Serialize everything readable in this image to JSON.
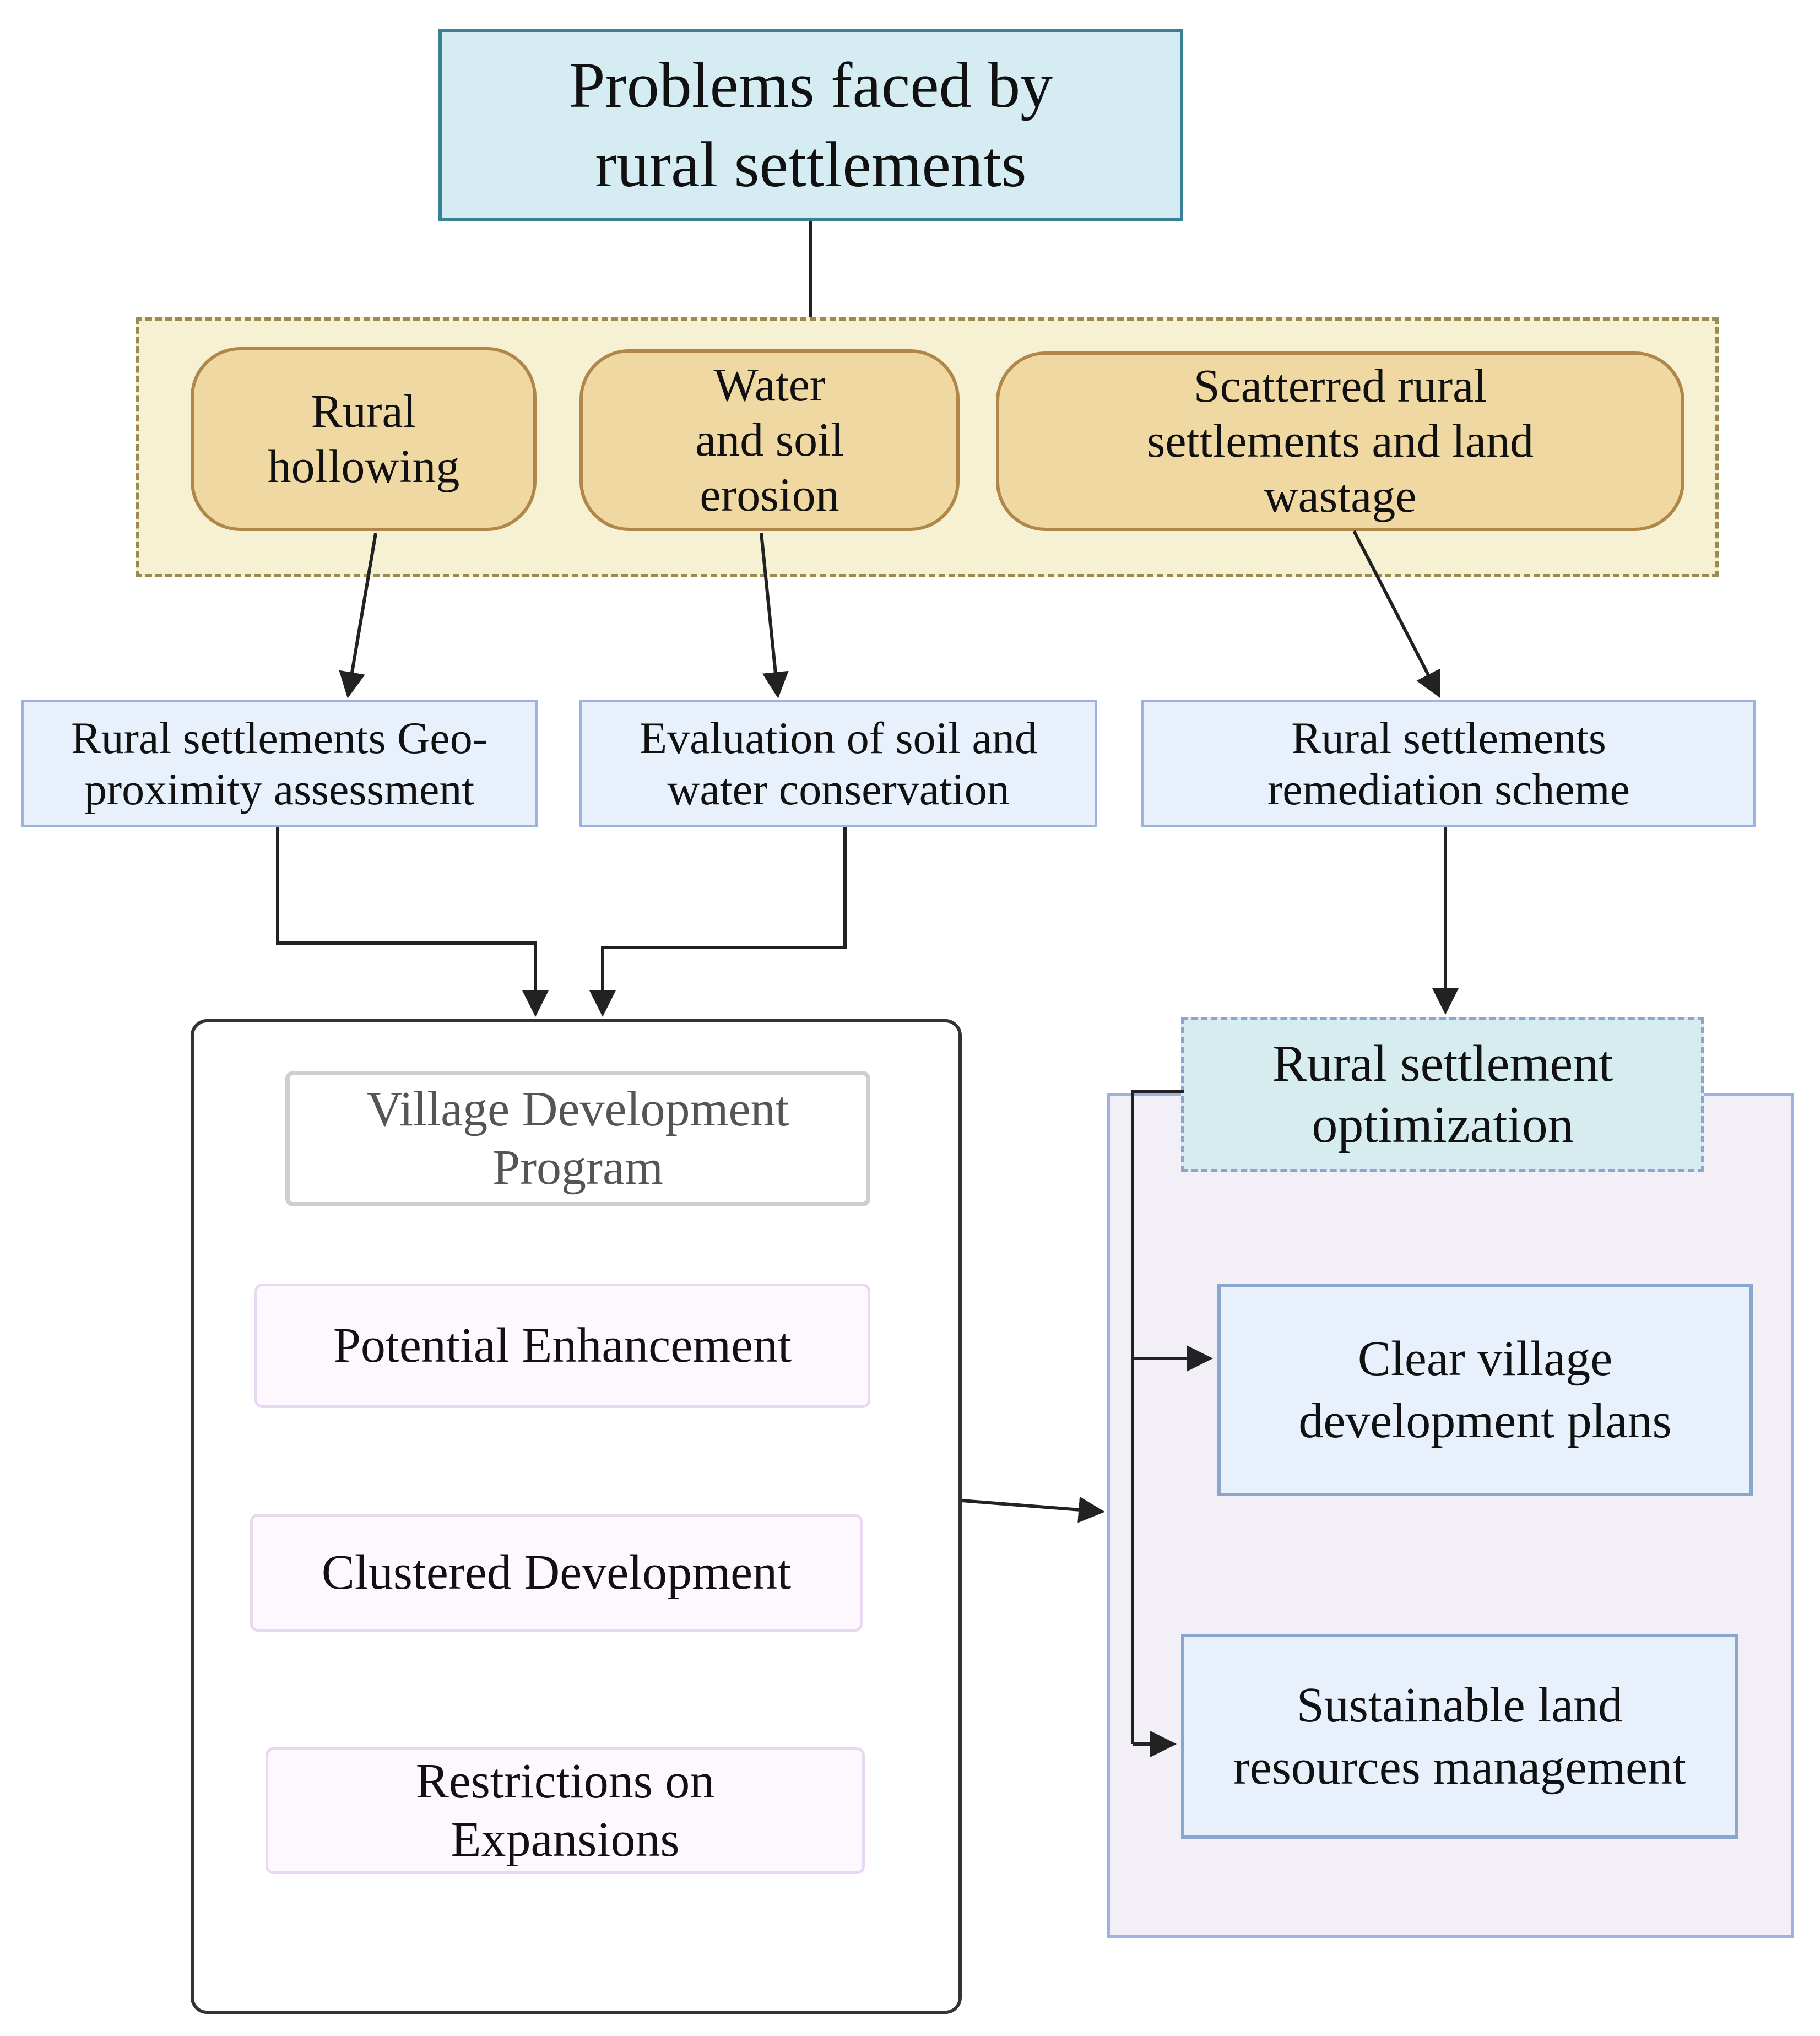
{
  "title": {
    "line1": "Problems faced by",
    "line2": "rural settlements"
  },
  "problems": [
    {
      "lines": [
        "Rural",
        "hollowing"
      ]
    },
    {
      "lines": [
        "Water",
        "and soil",
        "erosion"
      ]
    },
    {
      "lines": [
        "Scatterred rural",
        "settlements and land",
        "wastage"
      ]
    }
  ],
  "assessments": [
    {
      "lines": [
        "Rural settlements Geo-",
        "proximity assessment"
      ]
    },
    {
      "lines": [
        "Evaluation of soil and",
        "water conservation"
      ]
    },
    {
      "lines": [
        "Rural settlements",
        "remediation scheme"
      ]
    }
  ],
  "village_program": {
    "lines": [
      "Village Development",
      "Program"
    ]
  },
  "strategies": [
    {
      "lines": [
        "Potential Enhancement"
      ]
    },
    {
      "lines": [
        "Clustered Development"
      ]
    },
    {
      "lines": [
        "Restrictions on",
        "Expansions"
      ]
    }
  ],
  "optimization": {
    "header_lines": [
      "Rural settlement",
      "optimization"
    ],
    "goals": [
      {
        "lines": [
          "Clear village",
          "development plans"
        ]
      },
      {
        "lines": [
          "Sustainable land",
          "resources management"
        ]
      }
    ]
  },
  "colors": {
    "title_fill": "#d4ecf2",
    "problem_fill": "#f0d8a2",
    "group_fill": "#f5f1d2",
    "assessment_fill": "#e8f0fc",
    "strategy_fill": "#fcf8fe",
    "optimization_fill": "#f3eff7",
    "arrow": "#222222"
  }
}
